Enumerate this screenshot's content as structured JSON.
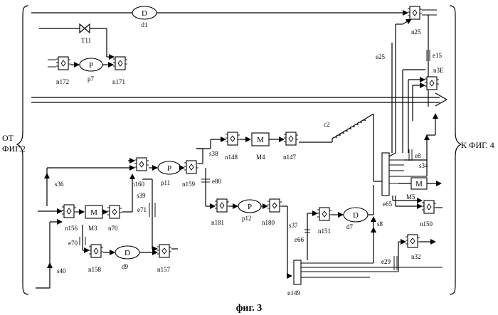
{
  "caption": "фиг. 3",
  "left_label": [
    "ОТ",
    "ФИГ.2"
  ],
  "right_label": "К ФИГ. 4",
  "units": {
    "D_top": {
      "letter": "D",
      "name": "d1"
    },
    "valve": {
      "name": "T11"
    },
    "P_p7": {
      "letter": "P",
      "name": "p7"
    },
    "P_p11": {
      "letter": "P",
      "name": "p11"
    },
    "P_p12": {
      "letter": "P",
      "name": "p12"
    },
    "M_M4": {
      "letter": "M",
      "name": "M4"
    },
    "M_M3": {
      "letter": "M",
      "name": "M3"
    },
    "M_M5": {
      "letter": "M",
      "name": "M5"
    },
    "D_d9": {
      "letter": "D",
      "name": "d9"
    },
    "D_d7": {
      "letter": "D",
      "name": "d7"
    }
  },
  "nodes": {
    "n25": "n25",
    "n172": "n172",
    "n171": "n171",
    "n3E": "n3E",
    "n148": "n148",
    "n147": "n147",
    "n160": "n160",
    "n159": "n159",
    "n156": "n156",
    "n70": "n70",
    "n181": "n181",
    "n180": "n180",
    "n151": "n151",
    "n158": "n158",
    "n157": "n157",
    "n150": "n150",
    "n32": "n32",
    "n149": "n149"
  },
  "signals": {
    "e25": "e25",
    "e15": "e15",
    "c2": "c2",
    "s38": "s38",
    "e80": "e80",
    "s36": "s36",
    "s39": "s39",
    "e71": "e71",
    "e8": "e8",
    "s34": "s34",
    "e65": "e65",
    "s37": "s37",
    "e66": "e66",
    "s8": "s8",
    "e70": "e70",
    "e29": "e29",
    "s40": "s40"
  }
}
